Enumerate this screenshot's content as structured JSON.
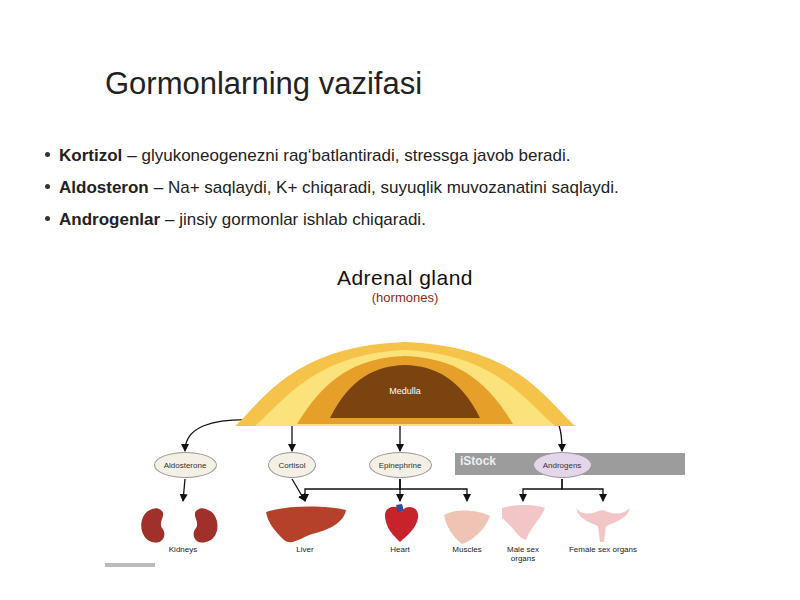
{
  "diagram": {
    "title": "Gormonlarning vazifasi",
    "nodes": [
      {
        "text": [
          "Medulla"
        ]
      },
      {
        "text": [
          "Aldosterone"
        ]
      },
      {
        "text": [
          "Cortisol"
        ]
      },
      {
        "text": [
          "Epinephrine"
        ]
      },
      {
        "text": [
          "Androgens"
        ]
      },
      {
        "text": [
          "Kidneys"
        ]
      },
      {
        "text": [
          "Liver"
        ]
      },
      {
        "text": [
          "Heart"
        ]
      },
      {
        "text": [
          "Muscles"
        ]
      },
      {
        "text": [
          "Male sex organs"
        ]
      },
      {
        "text": [
          "Female sex organs"
        ]
      }
    ],
    "edges": [
      {
        "from": 0,
        "to": 1,
        "arrow": "to"
      },
      {
        "from": 0,
        "to": 2,
        "arrow": "to"
      },
      {
        "from": 0,
        "to": 3,
        "arrow": "to"
      },
      {
        "from": 0,
        "to": 4,
        "arrow": "to"
      },
      {
        "from": 1,
        "to": 5,
        "arrow": "to"
      },
      {
        "from": 2,
        "to": 6,
        "arrow": "to"
      },
      {
        "from": 3,
        "to": 6,
        "arrow": "to"
      },
      {
        "from": 3,
        "to": 7,
        "arrow": "to"
      },
      {
        "from": 3,
        "to": 8,
        "arrow": "to"
      },
      {
        "from": 4,
        "to": 9,
        "arrow": "to"
      },
      {
        "from": 4,
        "to": 10,
        "arrow": "to"
      }
    ],
    "labels": [
      "Kortizol",
      "– glyukoneogenezni rag‘batlantiradi, stressga javob beradi.",
      "Aldosteron",
      "– Na+ saqlaydi, K+ chiqaradi, suyuqlik muvozanatini saqlaydi.",
      "Androgenlar",
      "– jinsiy gormonlar ishlab chiqaradi.",
      "Adrenal gland",
      "(hormones)",
      "iStock"
    ]
  }
}
